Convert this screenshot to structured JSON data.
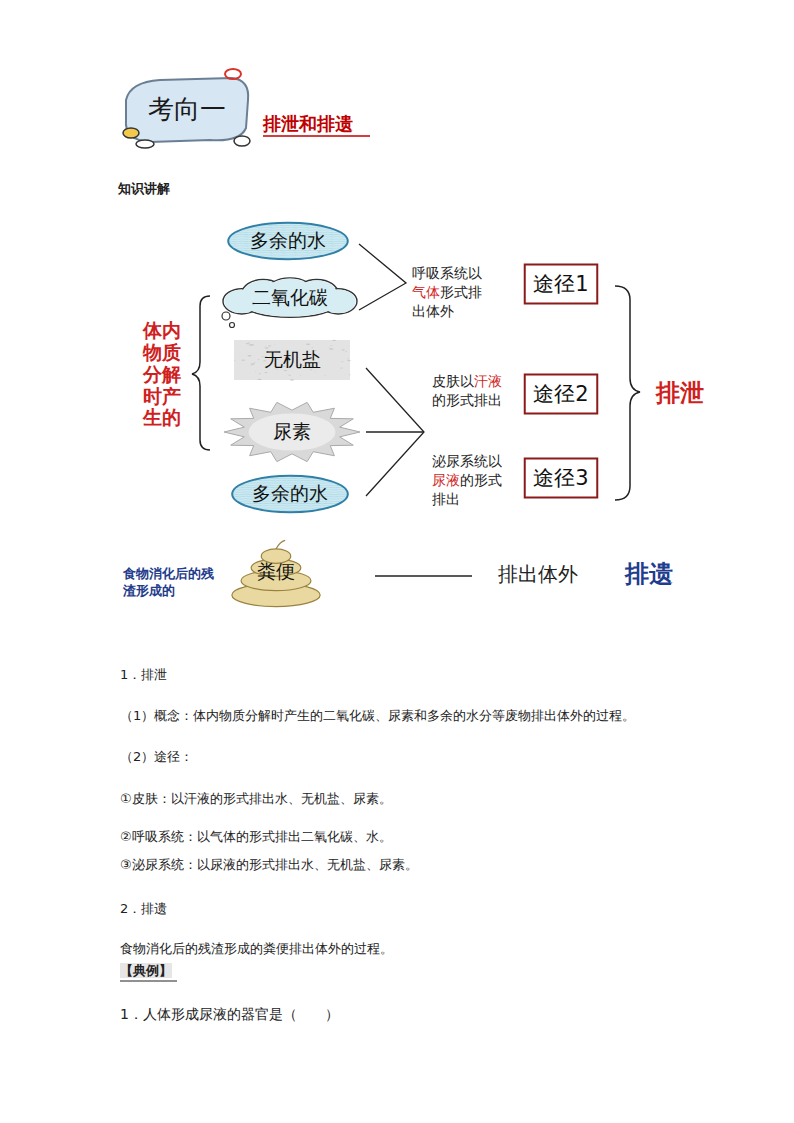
{
  "diagram": {
    "title": "排泄和排遗",
    "nodes": [
      {
        "text": [
          "多余的水"
        ]
      },
      {
        "text": [
          "二氧化碳"
        ]
      },
      {
        "text": [
          "无机盐"
        ]
      },
      {
        "text": [
          "尿素"
        ]
      },
      {
        "text": [
          "多余的水"
        ]
      },
      {
        "text": [
          "途径1"
        ]
      },
      {
        "text": [
          "途径2"
        ]
      },
      {
        "text": [
          "途径3"
        ]
      },
      {
        "text": [
          "粪便"
        ]
      }
    ],
    "labels": [
      "考向一",
      "知识讲解",
      "体内物质分解时产生的",
      "呼吸系统以",
      "气体",
      "形式排出体外",
      "皮肤以",
      "汗液",
      " 的形式排出",
      "泌尿系统以",
      "尿液",
      "的形式排出",
      "排泄",
      "食物消化后的残渣形成的",
      "排出体外",
      "排遗",
      "1．排泄",
      "（1）概念：体内物质分解时产生的二氧化碳、尿素和多余的水分等废物排出体外的过程。",
      "（2）途径：",
      "①皮肤：以汗液的形式排出水、无机盐、尿素。",
      "②呼吸系统：以气体的形式排出二氧化碳、水。",
      "③泌尿系统：以尿液的形式排出水、无机盐、尿素。",
      "2．排遗",
      "食物消化后的残渣形成的粪便排出体外的过程。",
      "【典例】",
      "1．人体形成尿液的器官是（　　）"
    ]
  }
}
